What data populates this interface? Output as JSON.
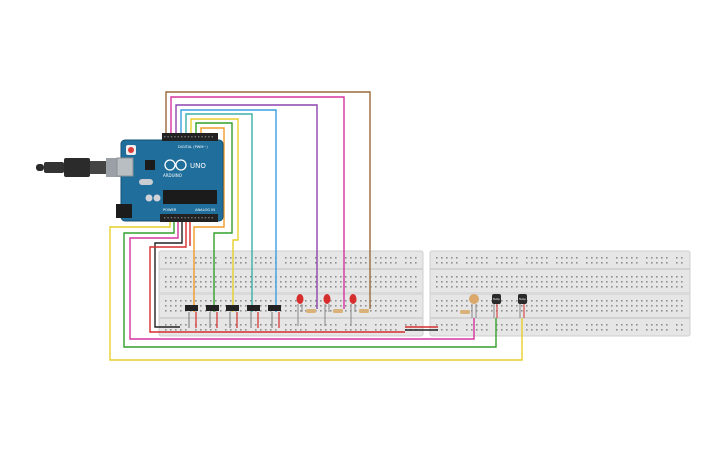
{
  "board": {
    "logo_text": "UNO",
    "brand_text": "ARDUINO",
    "digital_label": "DIGITAL (PWM~)",
    "analog_label": "ANALOG IN",
    "power_label": "POWER"
  },
  "components": {
    "buttons_count": 5,
    "leds_count": 3,
    "sensor_label": "Temp"
  },
  "colors": {
    "board": "#1f6e9c",
    "breadboard": "#e4e4e4",
    "wire_orange": "#f29b2a",
    "wire_green": "#33a02c",
    "wire_yellow": "#e6cf2a",
    "wire_teal": "#3ab0a8",
    "wire_blue": "#3aa0e0",
    "wire_purple": "#8e44ad",
    "wire_magenta": "#d633a0",
    "wire_brown": "#9a6a3a",
    "wire_red": "#d62d2d",
    "wire_black": "#222222",
    "led_red": "#d62d2d"
  }
}
